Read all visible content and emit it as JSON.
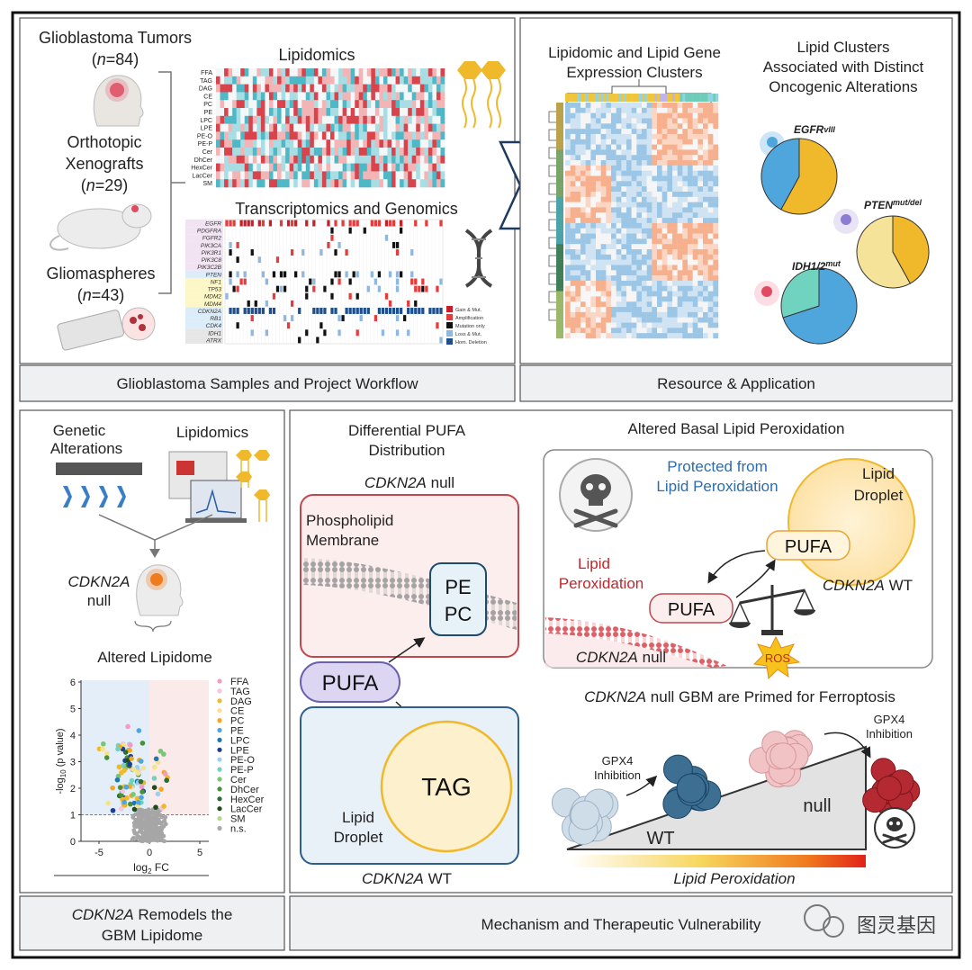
{
  "panel_tl": {
    "footer": "Glioblastoma Samples and Project Workflow",
    "sources": [
      {
        "name": "Glioblastoma Tumors",
        "n_label": "n",
        "n_value": "=84)"
      },
      {
        "name_1": "Orthotopic",
        "name_2": "Xenografts",
        "n_label": "n",
        "n_value": "=29)"
      },
      {
        "name": "Gliomaspheres",
        "n_label": "n",
        "n_value": "=43)"
      }
    ],
    "lipidomics_title": "Lipidomics",
    "lipid_classes": [
      "FFA",
      "TAG",
      "DAG",
      "CE",
      "PC",
      "PE",
      "LPC",
      "LPE",
      "PE-O",
      "PE-P",
      "Cer",
      "DhCer",
      "HexCer",
      "LacCer",
      "SM"
    ],
    "transcriptomics_title": "Transcriptomics and Genomics",
    "genes": [
      "EGFR",
      "PDGFRA",
      "FGFR2",
      "PIK3CA",
      "PIK3R1",
      "PIK3C8",
      "PIK3C2B",
      "PTEN",
      "NF1",
      "TP53",
      "MDM2",
      "MDM4",
      "CDKN2A",
      "RB1",
      "CDK4",
      "IDH1",
      "ATRX"
    ],
    "legend": [
      "Gain & Mut.",
      "Amplification",
      "Mutation only",
      "Loss & Mut.",
      "Hom. Deletion"
    ],
    "colors": {
      "gain": "#c81e2a",
      "amp": "#e43c3c",
      "mut": "#111111",
      "loss": "#8fb8e0",
      "homdel": "#1f4e8c"
    }
  },
  "panel_tr": {
    "footer": "Resource & Application",
    "heatmap_title_1": "Lipidomic and Lipid Gene",
    "heatmap_title_2": "Expression Clusters",
    "clusters_title_1": "Lipid Clusters",
    "clusters_title_2": "Associated with Distinct",
    "clusters_title_3": "Oncogenic Alterations",
    "pies": [
      {
        "label": "EGFR",
        "sup": "vIII",
        "values": [
          0.58,
          0.42
        ],
        "colors": [
          "#f0b92c",
          "#4ea6dc"
        ]
      },
      {
        "label": "PTEN",
        "sup": "mut/del",
        "values": [
          0.42,
          0.58
        ],
        "colors": [
          "#f0b92c",
          "#f6e39a"
        ]
      },
      {
        "label": "IDH1/2",
        "sup": "mut",
        "values": [
          0.7,
          0.3
        ],
        "colors": [
          "#4ea6dc",
          "#6fd3c0"
        ]
      }
    ]
  },
  "panel_bl": {
    "footer_1": "CDKN2A",
    "footer_2": " Remodels the",
    "footer_3": "GBM Lipidome",
    "genetic_1": "Genetic",
    "genetic_2": "Alterations",
    "lipidomics": "Lipidomics",
    "cdkn2a": "CDKN2A",
    "null": "null",
    "altered": "Altered Lipidome",
    "volcano": {
      "ylabel": "-log",
      "ylabel_sub": "10",
      "ylabel_end": " (p value)",
      "xlabel": "log",
      "xlabel_sub": "2",
      "xlabel_end": " FC",
      "xticks": [
        "-5",
        "0",
        "5"
      ],
      "yticks": [
        "0",
        "1",
        "2",
        "3",
        "4",
        "5",
        "6"
      ]
    },
    "legend": [
      "FFA",
      "TAG",
      "DAG",
      "CE",
      "PC",
      "PE",
      "LPC",
      "LPE",
      "PE-O",
      "PE-P",
      "Cer",
      "DhCer",
      "HexCer",
      "LacCer",
      "SM",
      "n.s."
    ],
    "legend_colors": [
      "#f29bc4",
      "#f2c6de",
      "#f0b92c",
      "#f5e38a",
      "#f5a623",
      "#4ea6dc",
      "#1f77b4",
      "#1c3f94",
      "#9bd1f0",
      "#6fd3c0",
      "#7cc576",
      "#4a8f3c",
      "#2e6b2e",
      "#1b4d1b",
      "#b5d98a",
      "#aaaaaa"
    ]
  },
  "panel_br": {
    "footer": "Mechanism and Therapeutic Vulnerability",
    "diff_title_1": "Differential PUFA",
    "diff_title_2": "Distribution",
    "cdkn2a": "CDKN2A",
    "null": " null",
    "wt": " WT",
    "phospho_1": "Phospholipid",
    "phospho_2": "Membrane",
    "pe": "PE",
    "pc": "PC",
    "pufa": "PUFA",
    "tag": "TAG",
    "ld_1": "Lipid",
    "ld_2": "Droplet",
    "perox_title": "Altered Basal Lipid Peroxidation",
    "protected_1": "Protected from",
    "protected_2": "Lipid Peroxidation",
    "lipid_perox_1": "Lipid",
    "lipid_perox_2": "Peroxidation",
    "ros": "ROS",
    "primed_1": "CDKN2A",
    "primed_2": " null GBM are Primed for Ferroptosis",
    "gpx4_1": "GPX4",
    "gpx4_2": "Inhibition",
    "wt_label": "WT",
    "null_label": "null",
    "lp_label": "Lipid Peroxidation"
  },
  "watermark": "图灵基因"
}
